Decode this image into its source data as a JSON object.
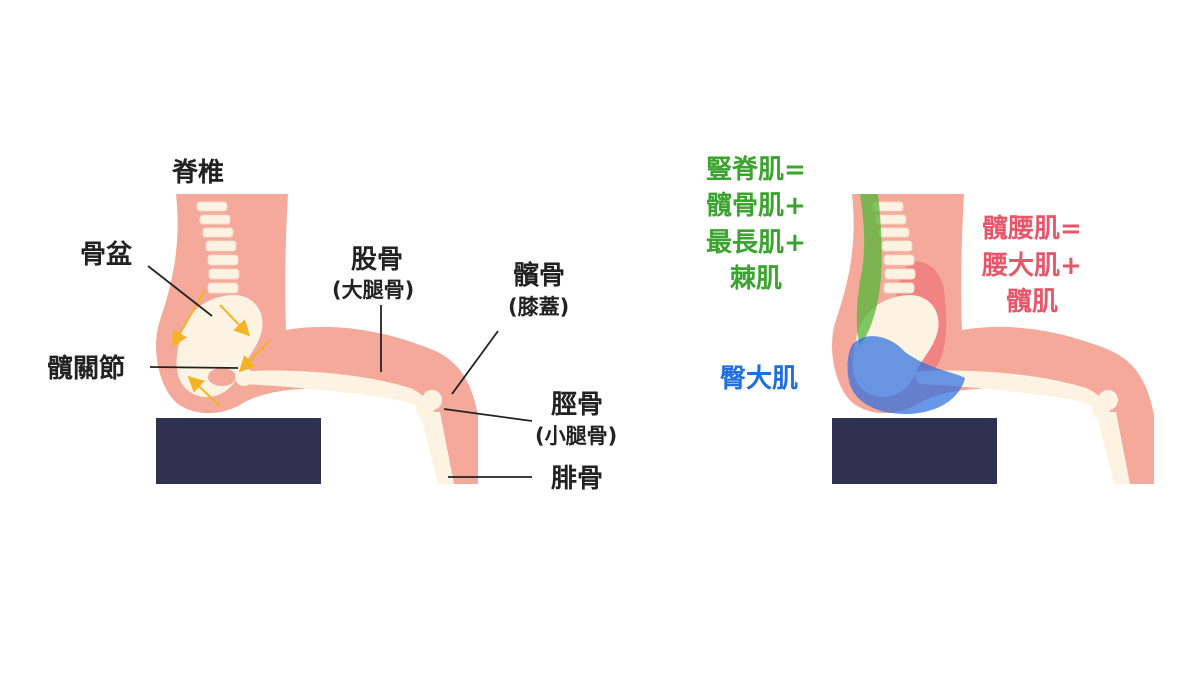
{
  "left_labels": {
    "spine": "脊椎",
    "pelvis": "骨盆",
    "hip_joint": "髖關節",
    "femur": "股骨",
    "femur_sub": "(大腿骨)",
    "patella": "髕骨",
    "patella_sub": "(膝蓋)",
    "tibia": "脛骨",
    "tibia_sub": "(小腿骨)",
    "fibula": "腓骨"
  },
  "right_labels": {
    "erector": [
      "豎脊肌=",
      "髖骨肌+",
      "最長肌+",
      "棘肌"
    ],
    "iliopsoas": [
      "髖腰肌=",
      "腰大肌+",
      "髖肌"
    ],
    "gluteus": "臀大肌"
  },
  "colors": {
    "skin": "#f4a99b",
    "bone": "#fdf3e3",
    "seat": "#2e3150",
    "arrow": "#f5b324",
    "erector": "#3aa52d",
    "iliopsoas": "#e8566a",
    "gluteus": "#1f6fe0"
  }
}
